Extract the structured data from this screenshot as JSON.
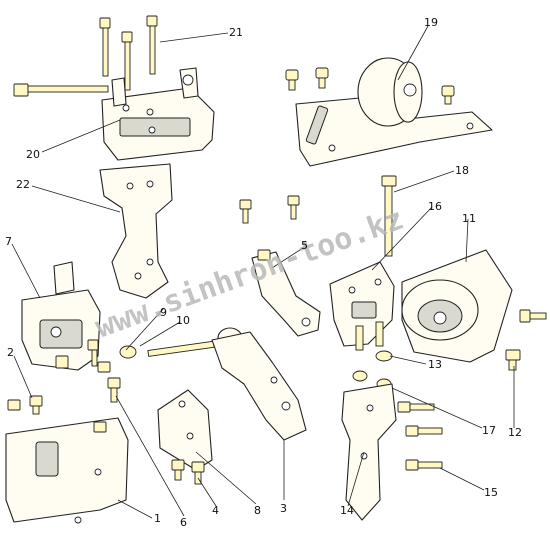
{
  "watermark": "www.sinhron-too.kz",
  "colors": {
    "line": "#222222",
    "part_fill": "#fffdf2",
    "bolt_fill": "#fff7c4",
    "watermark": "#b9b9b9"
  },
  "callouts": {
    "n1": "1",
    "n2": "2",
    "n3": "3",
    "n4": "4",
    "n5": "5",
    "n6": "6",
    "n7": "7",
    "n8": "8",
    "n9": "9",
    "n10": "10",
    "n11": "11",
    "n12": "12",
    "n13": "13",
    "n14": "14",
    "n15": "15",
    "n16": "16",
    "n17": "17",
    "n18": "18",
    "n19": "19",
    "n20": "20",
    "n21": "21",
    "n22": "22"
  }
}
